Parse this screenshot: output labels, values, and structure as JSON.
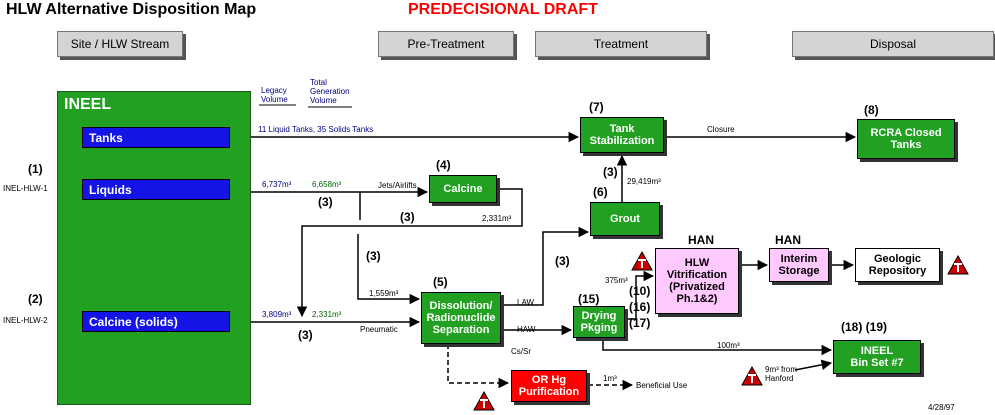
{
  "header": {
    "title": "HLW Alternative Disposition Map",
    "draft": "PREDECISIONAL DRAFT",
    "columns": [
      "Site / HLW Stream",
      "Pre-Treatment",
      "Treatment",
      "Disposal"
    ]
  },
  "legend": {
    "legacy": "Legacy\nVolume",
    "total": "Total\nGeneration\nVolume"
  },
  "site": {
    "name": "INEEL",
    "streams": [
      "Tanks",
      "Liquids",
      "Calcine (solids)"
    ],
    "ids": [
      {
        "num": "(1)",
        "label": "INEL-HLW-1"
      },
      {
        "num": "(2)",
        "label": "INEL-HLW-2"
      }
    ]
  },
  "boxes": {
    "tank_stabilization": "Tank\nStabilization",
    "rcra": "RCRA Closed\nTanks",
    "calcine": "Calcine",
    "grout": "Grout",
    "dissolution": "Dissolution/\nRadionuclide\nSeparation",
    "drying": "Drying\nPkging",
    "hlw_vit": "HLW\nVitrification\n(Privatized\nPh.1&2)",
    "interim": "Interim\nStorage",
    "geologic": "Geologic\nRepository",
    "bin_set": "INEEL\nBin Set #7",
    "or_hg": "OR Hg\nPurification"
  },
  "box_numbers": {
    "tank_stabilization": "(7)",
    "rcra": "(8)",
    "calcine": "(4)",
    "grout": "(6)",
    "dissolution": "(5)",
    "drying": "(15)",
    "bin_set": "(18) (19)"
  },
  "han": [
    "HAN",
    "HAN"
  ],
  "labels": {
    "tanks_flow": "11 Liquid Tanks, 35 Solids Tanks",
    "closure": "Closure",
    "liq_legacy": "6,737m³",
    "liq_total": "6,658m³",
    "jets": "Jets/Airlifts",
    "calc_out": "2,331m³",
    "grout_vol": "29,419m³",
    "cal_legacy": "3,809m³",
    "cal_total": "2,331m³",
    "pneumatic": "Pneumatic",
    "vol_1559": "1,559m³",
    "law": "LAW",
    "haw": "HAW",
    "cssr": "Cs/Sr",
    "vol_375": "375m³",
    "vol_100": "100m³",
    "hanford": "9m³ from\nHanford",
    "vol_1": "1m³",
    "beneficial": "Beneficial Use",
    "date": "4/28/97"
  },
  "flow_numbers": {
    "n3_liquids": "(3)",
    "n3_mid": "(3)",
    "n3_down": "(3)",
    "n3_calcine": "(3)",
    "n3_grout_in": "(3)",
    "n3_grout_up": "(3)",
    "n10": "(10)",
    "n16": "(16)",
    "n17": "(17)"
  },
  "icons": [
    "warning-icon"
  ]
}
